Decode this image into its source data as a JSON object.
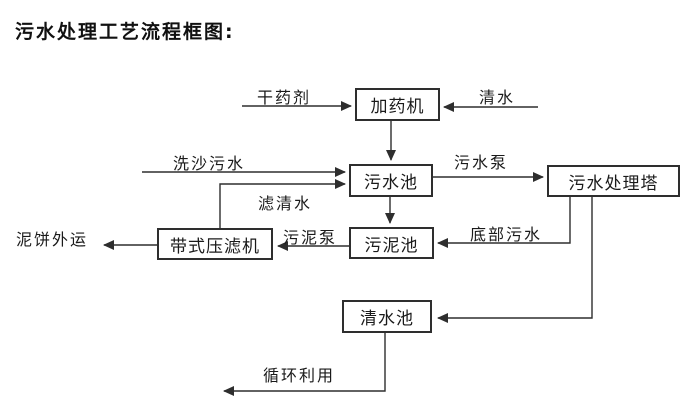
{
  "title": "污水处理工艺流程框图:",
  "nodes": {
    "dosing_machine": "加药机",
    "sewage_pool": "污水池",
    "sewage_treatment_tower": "污水处理塔",
    "sludge_pool": "污泥池",
    "belt_filter_press": "带式压滤机",
    "clear_water_pool": "清水池"
  },
  "flow_labels": {
    "dry_agent": "干药剂",
    "clear_water_in": "清水",
    "sand_washing_sewage": "洗沙污水",
    "sewage_pump": "污水泵",
    "filtered_water": "滤清水",
    "sludge_pump": "污泥泵",
    "bottom_sewage": "底部污水",
    "mud_cake_out": "泥饼外运",
    "recycle_use": "循环利用"
  },
  "colors": {
    "ink": "#2e2e2e",
    "background": "#ffffff"
  }
}
